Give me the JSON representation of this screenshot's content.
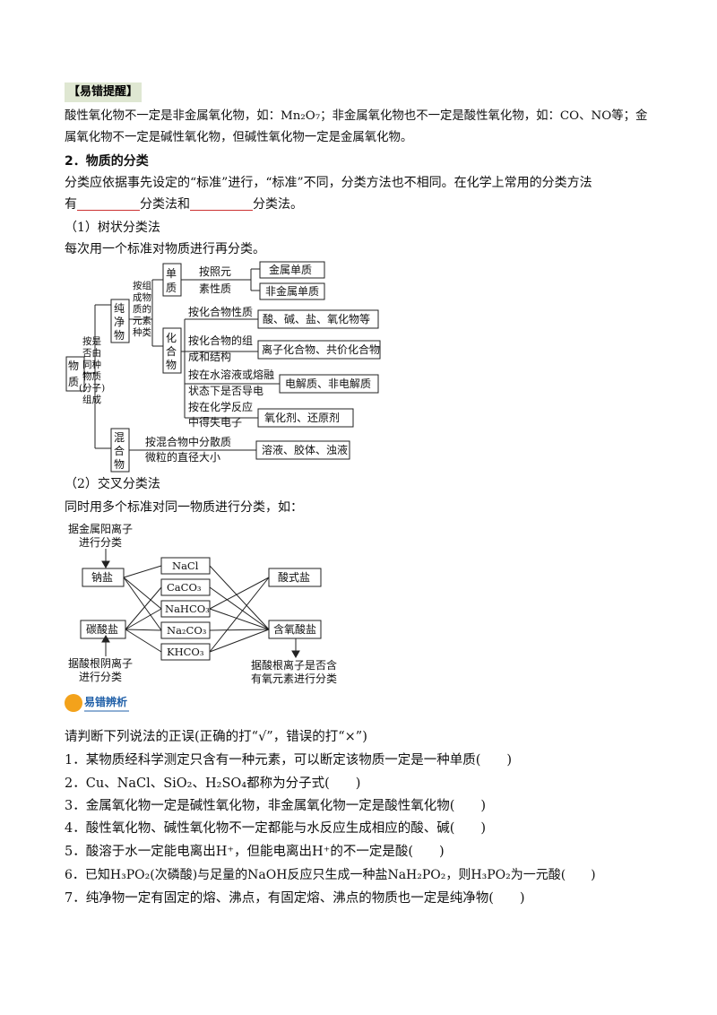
{
  "tip": {
    "tag": "【易错提醒】",
    "line1": "酸性氧化物不一定是非金属氧化物，如：Mn₂O₇；非金属氧化物也不一定是酸性氧化物，如：CO、NO等；金",
    "line2": "属氧化物不一定是碱性氧化物，但碱性氧化物一定是金属氧化物。"
  },
  "section": {
    "title": "2．物质的分类",
    "intro1": "分类应依据事先设定的“标准”进行，“标准”不同，分类方法也不相同。在化学上常用的分类方法",
    "intro2_a": "有",
    "intro2_b": "分类法和",
    "intro2_c": "分类法。",
    "tree_heading": "（1）树状分类法",
    "tree_desc": "每次用一个标准对物质进行再分类。",
    "cross_heading": "（2）交叉分类法",
    "cross_desc": "同时用多个标准对同一物质进行分类，如："
  },
  "tree": {
    "root": "物质",
    "root_criterion": [
      "按是",
      "否由",
      "同种",
      "物质",
      "(分子)",
      "组成"
    ],
    "pure": "纯净物",
    "mixture": "混合物",
    "pure_criterion": [
      "按组",
      "成物",
      "质的",
      "元素",
      "种类"
    ],
    "element": "单质",
    "compound": "化合物",
    "element_criterion": [
      "按照元",
      "素性质"
    ],
    "metal": "金属单质",
    "nonmetal": "非金属单质",
    "c1_label": "按化合物性质",
    "c1_result": "酸、碱、盐、氧化物等",
    "c2_label": [
      "按化合物的组",
      "成和结构"
    ],
    "c2_result": "离子化合物、共价化合物",
    "c3_label": [
      "按在水溶液或熔融",
      "状态下是否导电"
    ],
    "c3_result": "电解质、非电解质",
    "c4_label": [
      "按在化学反应",
      "中得失电子"
    ],
    "c4_result": "氧化剂、还原剂",
    "m_label": [
      "按混合物中分散质",
      "微粒的直径大小"
    ],
    "m_result": "溶液、胶体、浊液"
  },
  "cross": {
    "top_note": [
      "据金属阳离子",
      "进行分类"
    ],
    "left_top": "钠盐",
    "left_bottom": "碳酸盐",
    "bottom_left_note": [
      "据酸根阴离子",
      "进行分类"
    ],
    "middle": [
      "NaCl",
      "CaCO₃",
      "NaHCO₃",
      "Na₂CO₃",
      "KHCO₃"
    ],
    "right_top": "酸式盐",
    "right_bottom": "含氧酸盐",
    "bottom_right_note": [
      "据酸根离子是否含",
      "有氧元素进行分类"
    ]
  },
  "badge": {
    "label": "易错辨析"
  },
  "quiz": {
    "instruction": "请判断下列说法的正误(正确的打“√”，错误的打“×”)",
    "items": [
      "1．某物质经科学测定只含有一种元素，可以断定该物质一定是一种单质(　　)",
      "2．Cu、NaCl、SiO₂、H₂SO₄都称为分子式(　　)",
      "3．金属氧化物一定是碱性氧化物，非金属氧化物一定是酸性氧化物(　　)",
      "4．酸性氧化物、碱性氧化物不一定都能与水反应生成相应的酸、碱(　　)",
      "5．酸溶于水一定能电离出H⁺，但能电离出H⁺的不一定是酸(　　)",
      "6．已知H₃PO₂(次磷酸)与足量的NaOH反应只生成一种盐NaH₂PO₂，则H₃PO₂为一元酸(　　)",
      "7．纯净物一定有固定的熔、沸点，有固定熔、沸点的物质也一定是纯净物(　　)"
    ]
  },
  "colors": {
    "tip_bg": "#dfe7d2",
    "blank_line": "#cc3333",
    "badge_orange": "#f3a21b",
    "badge_blue": "#1f5fa8"
  }
}
